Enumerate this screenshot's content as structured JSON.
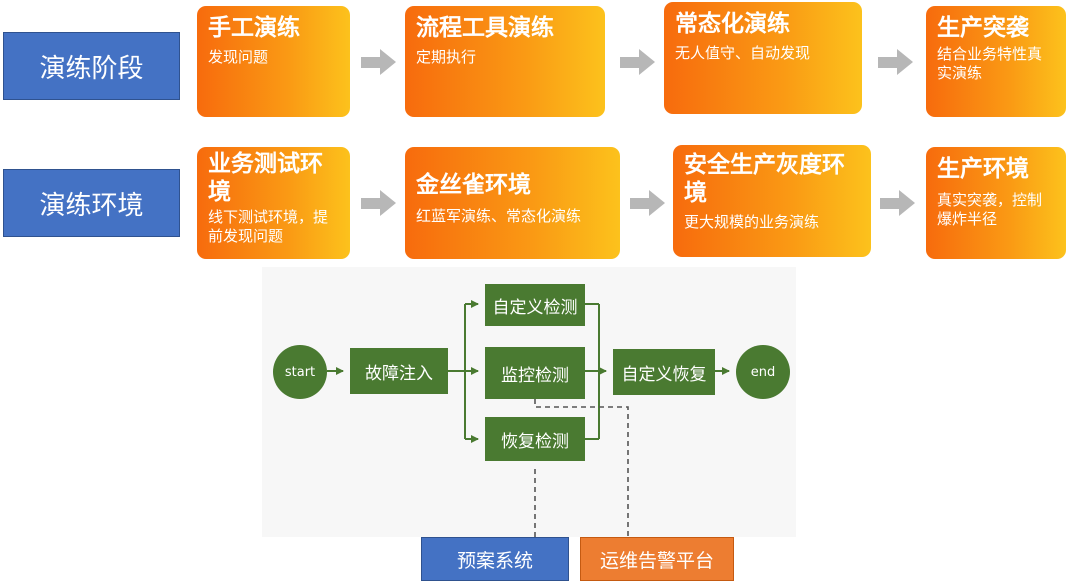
{
  "stages": {
    "label": "演练阶段",
    "cards": [
      {
        "title": "手工演练",
        "sub": "发现问题"
      },
      {
        "title": "流程工具演练",
        "sub": "定期执行"
      },
      {
        "title": "常态化演练",
        "sub": "无人值守、自动发现"
      },
      {
        "title": "生产突袭",
        "sub": "结合业务特性真实演练"
      }
    ]
  },
  "environments": {
    "label": "演练环境",
    "cards": [
      {
        "title": "业务测试环境",
        "sub": "线下测试环境，提前发现问题"
      },
      {
        "title": "金丝雀环境",
        "sub": "红蓝军演练、常态化演练"
      },
      {
        "title": "安全生产灰度环境",
        "sub": "更大规模的业务演练"
      },
      {
        "title": "生产环境",
        "sub": "真实突袭，控制爆炸半径"
      }
    ]
  },
  "flow": {
    "start": "start",
    "inject": "故障注入",
    "custom_detect": "自定义检测",
    "monitor_detect": "监控检测",
    "recover_detect": "恢复检测",
    "custom_recover": "自定义恢复",
    "end": "end",
    "plan_system": "预案系统",
    "alert_platform": "运维告警平台"
  },
  "colors": {
    "blue": "#4472c4",
    "orange_start": "#f76b0d",
    "orange_end": "#fcc21c",
    "green": "#4a7a31",
    "alert_orange": "#ed7d31",
    "arrow_gray": "#b7b7b7"
  }
}
